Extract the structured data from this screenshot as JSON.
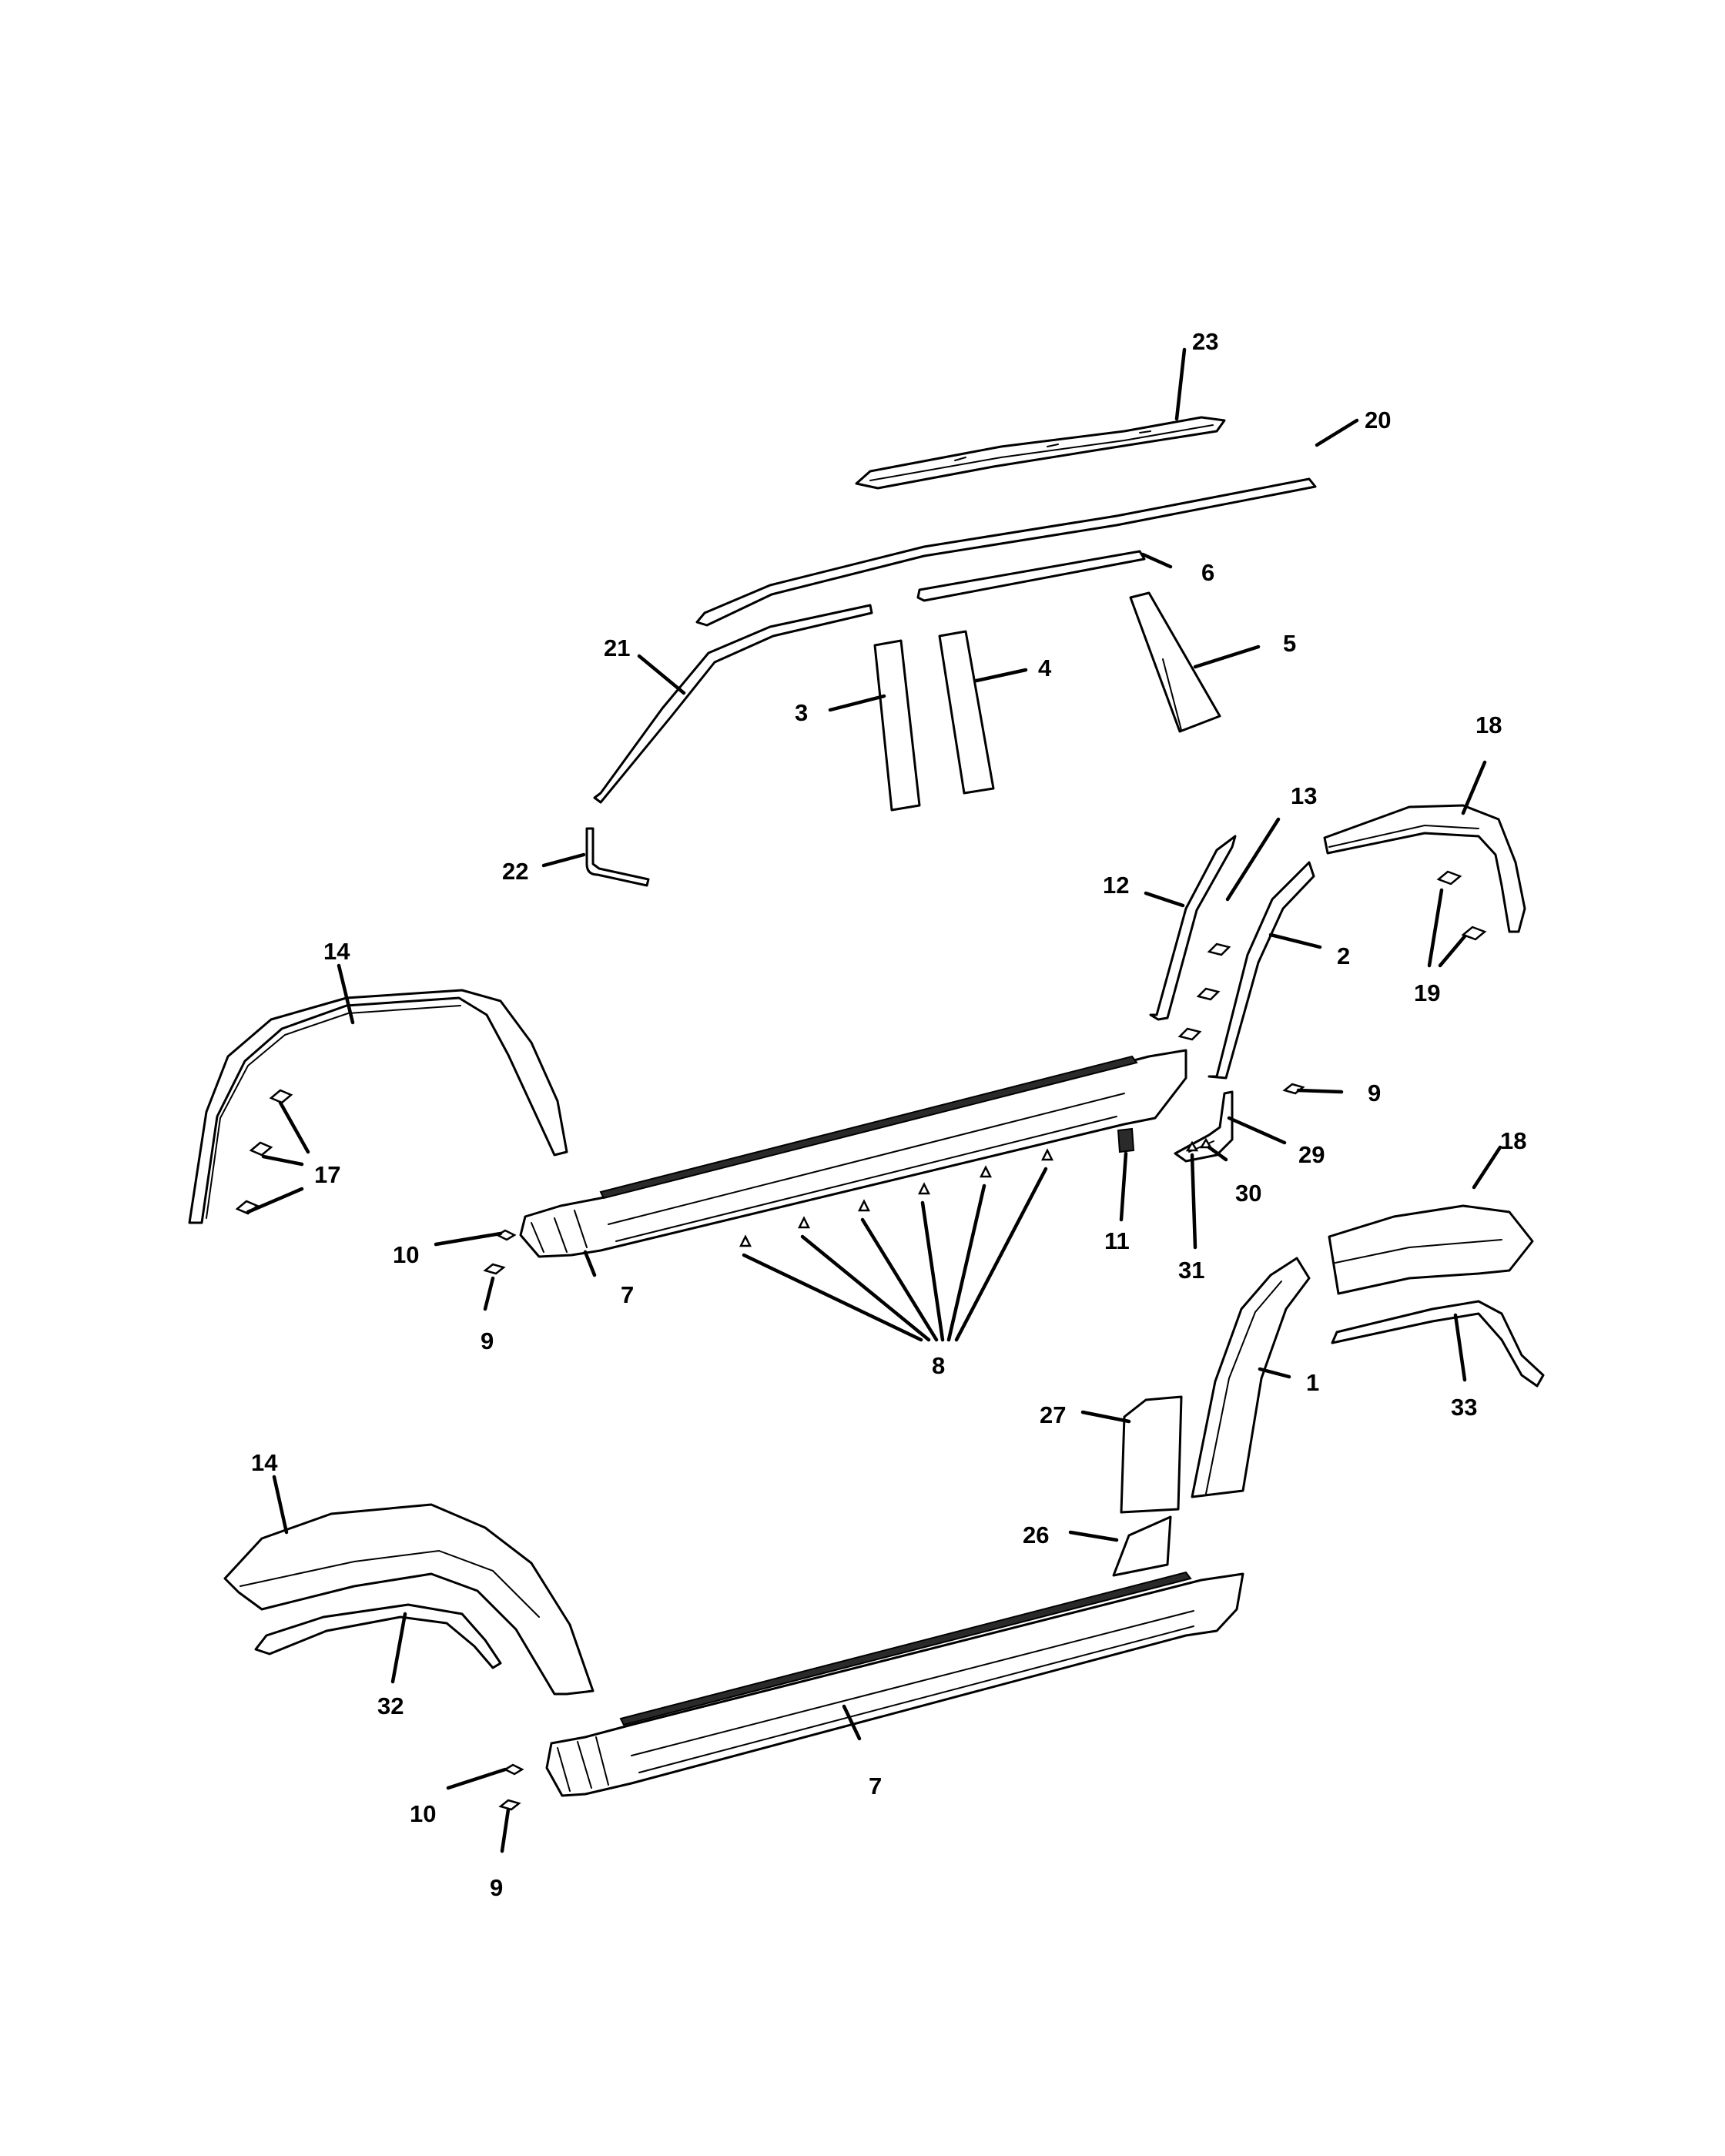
{
  "callouts": {
    "c1": "1",
    "c2": "2",
    "c3": "3",
    "c4": "4",
    "c5": "5",
    "c6": "6",
    "c7_upper": "7",
    "c7_lower": "7",
    "c8": "8",
    "c9_right": "9",
    "c9_upper": "9",
    "c9_lower": "9",
    "c10_upper": "10",
    "c10_lower": "10",
    "c11": "11",
    "c12": "12",
    "c13": "13",
    "c14_upper": "14",
    "c14_lower": "14",
    "c17": "17",
    "c18_upper": "18",
    "c18_lower": "18",
    "c19": "19",
    "c20": "20",
    "c21": "21",
    "c22": "22",
    "c23": "23",
    "c26": "26",
    "c27": "27",
    "c29": "29",
    "c30": "30",
    "c31": "31",
    "c32": "32",
    "c33": "33"
  },
  "colors": {
    "line": "#000000",
    "fill": "#ffffff",
    "strip": "#2a2a2a"
  }
}
